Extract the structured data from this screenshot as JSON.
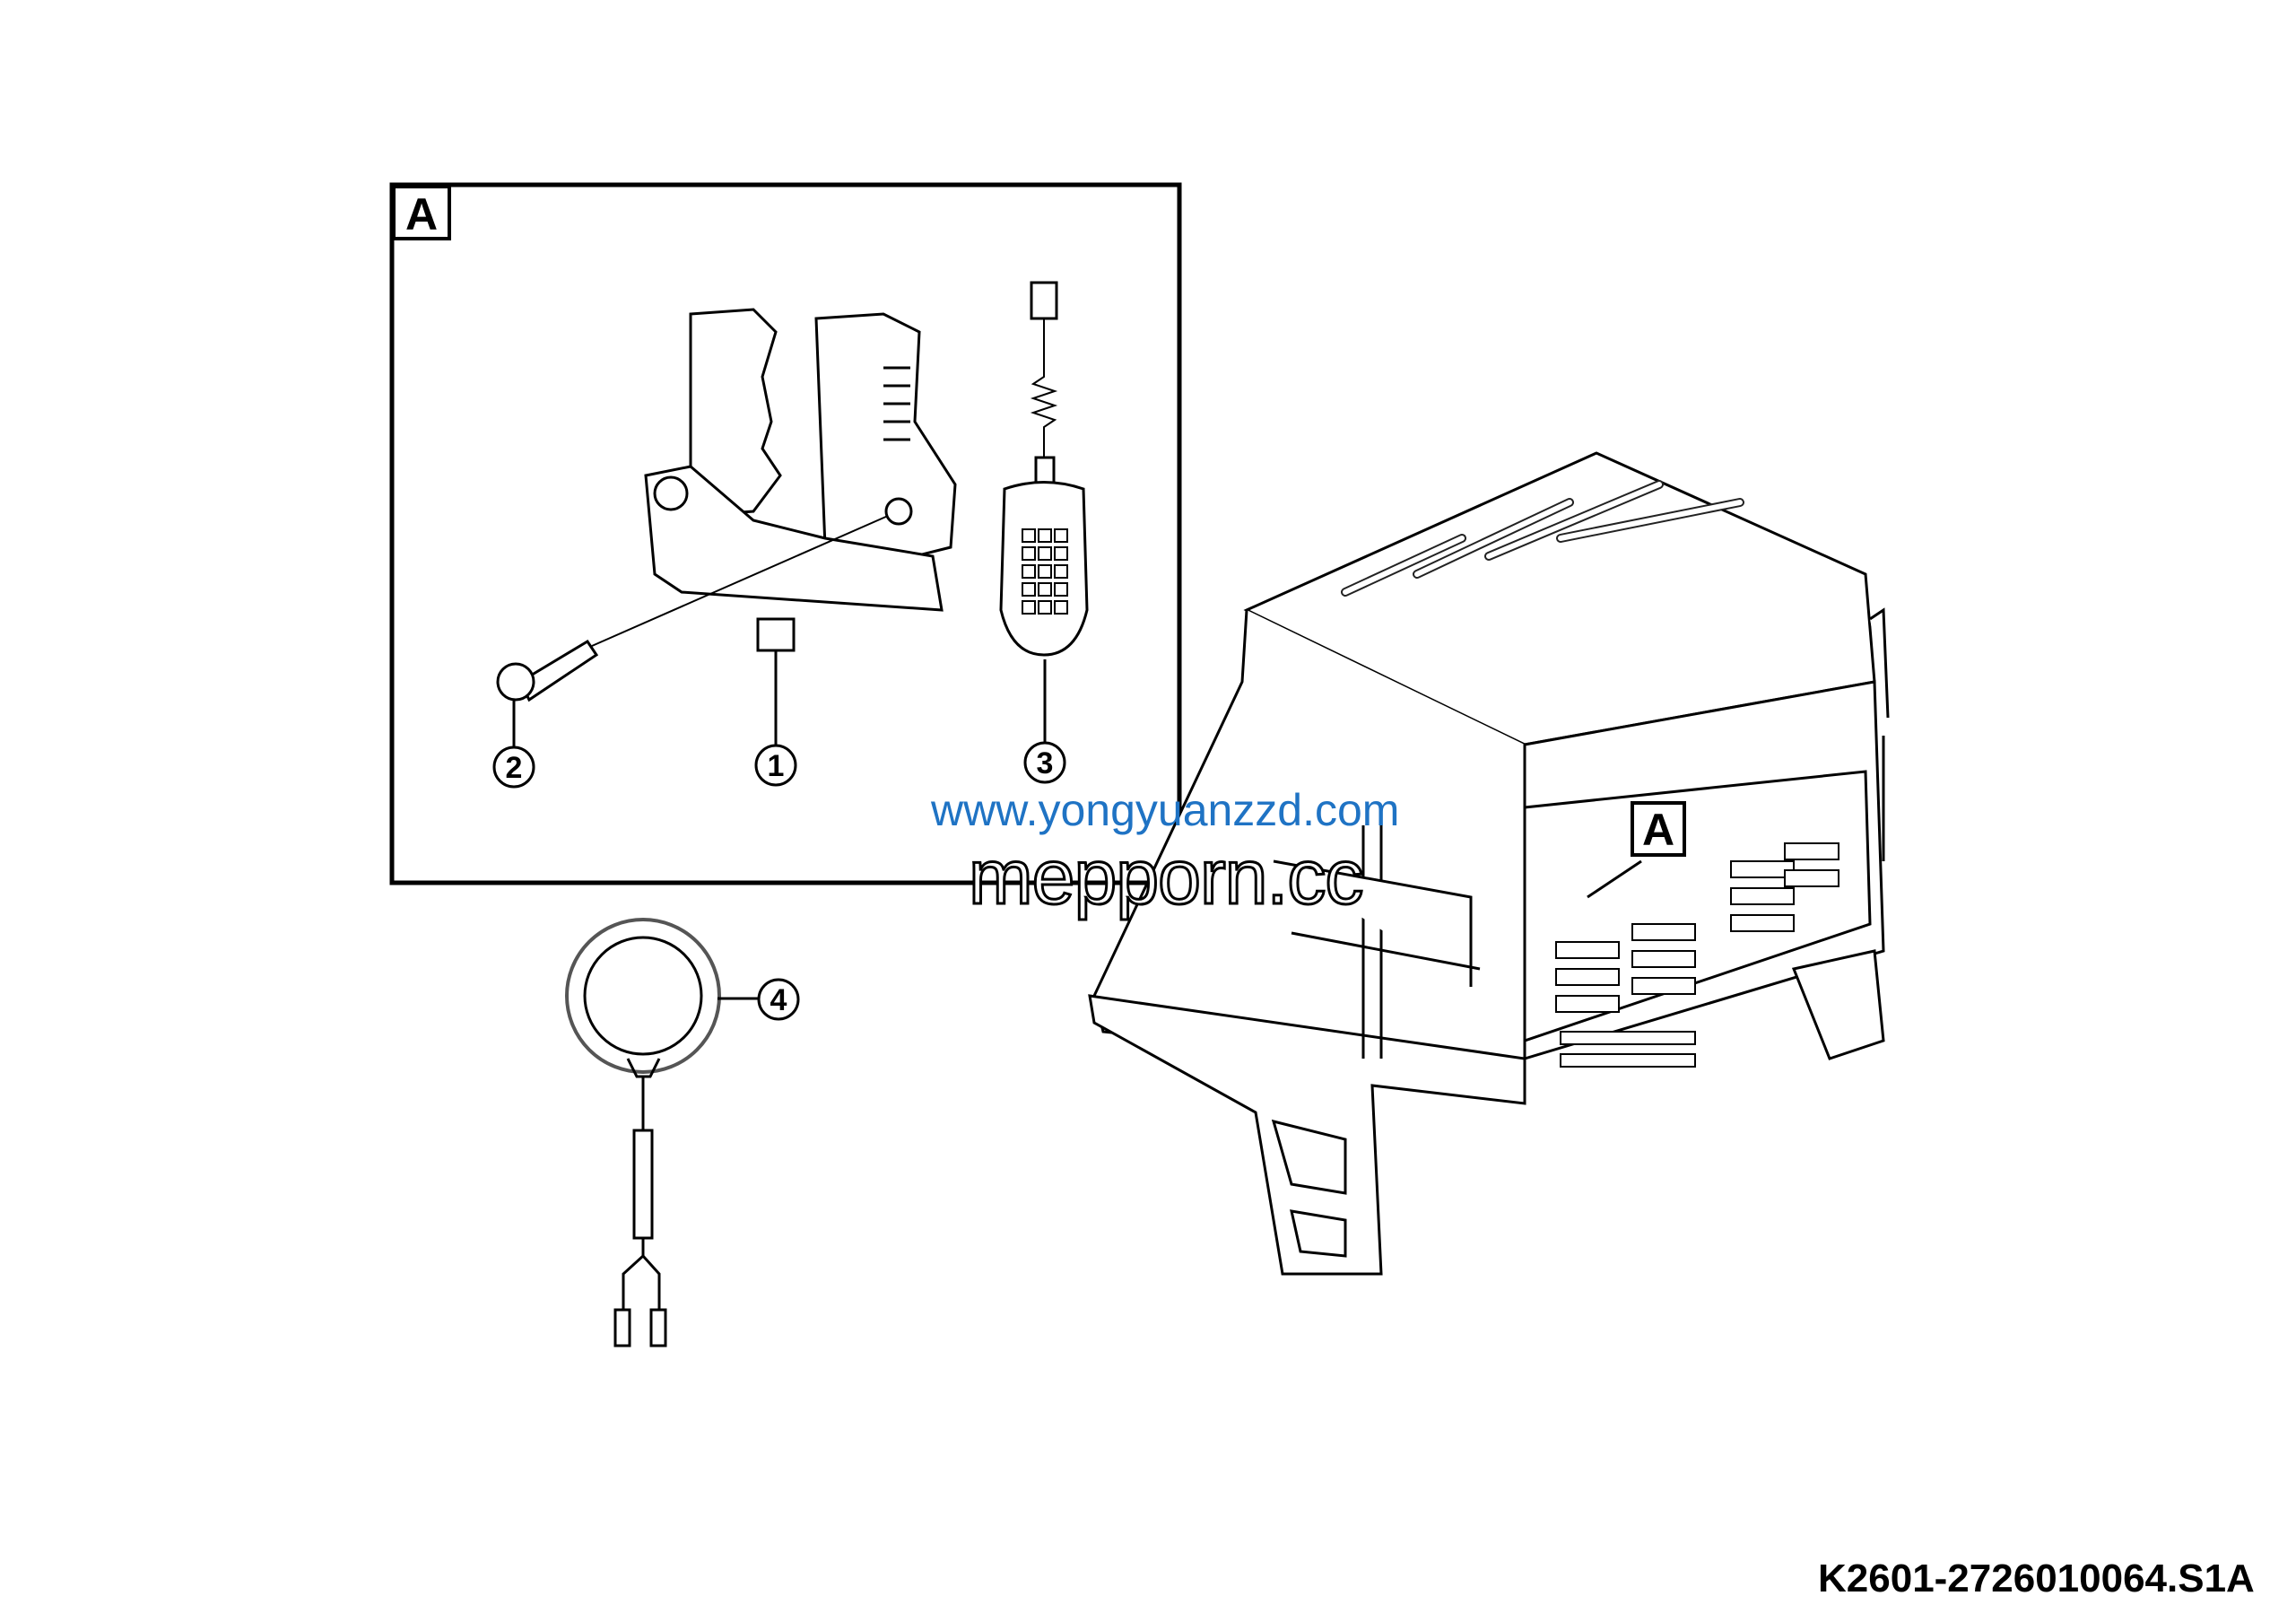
{
  "detail_view": {
    "label": "A"
  },
  "callouts": [
    "1",
    "2",
    "3",
    "4"
  ],
  "cab_view": {
    "label": "A"
  },
  "watermarks": [
    "mepporn.cc",
    "www.yongyuanzzd.com"
  ],
  "drawing_code": "K2601-2726010064.S1A"
}
